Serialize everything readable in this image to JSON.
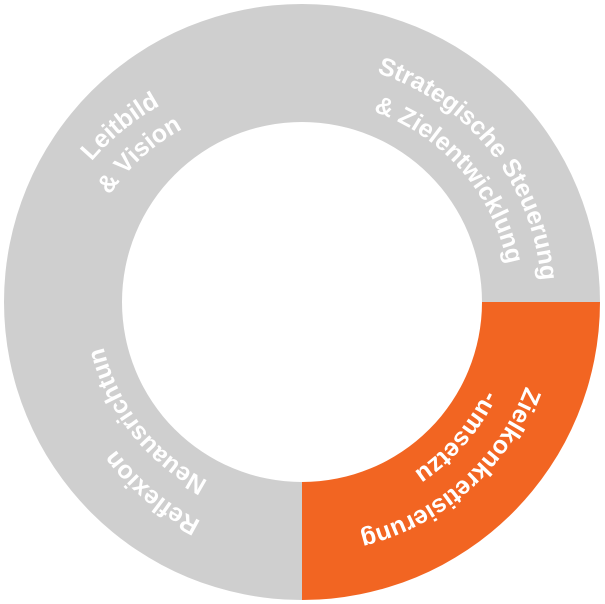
{
  "diagram": {
    "colors": {
      "background": "#ffffff",
      "segment_gray": "#cfcfcf",
      "segment_active": "#f26522",
      "label_text": "#ffffff"
    },
    "segments": [
      {
        "id": "leitbild",
        "line1": "Leitbild",
        "line2": "& Vision",
        "active": false
      },
      {
        "id": "strategische",
        "line1": "Strategische Steuerung",
        "line2": "& Zielentwicklung",
        "active": false
      },
      {
        "id": "zielkonkretisierung",
        "line1": "Zielkonkretisierung",
        "line2": "& -umsetzung",
        "active": true
      },
      {
        "id": "reflexion",
        "line1": "Reflexion",
        "line2": "& Neuausrichtung",
        "active": false
      }
    ]
  }
}
